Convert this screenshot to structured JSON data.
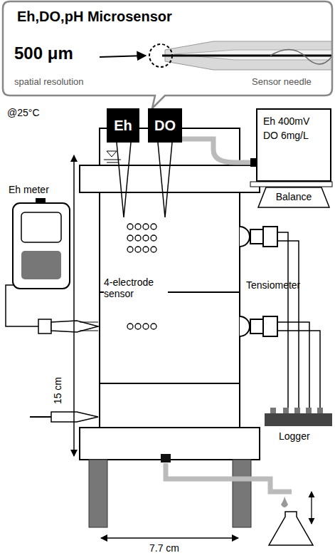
{
  "diagram": {
    "nodes": [
      {
        "text": [
          "Eh,DO,pH Microsensor",
          "500 μm",
          "spatial resolution",
          "Sensor needle"
        ]
      },
      {
        "text": [
          "Eh"
        ]
      },
      {
        "text": [
          "DO"
        ]
      },
      {
        "text": [
          "Eh 400mV DO 6mg/L"
        ]
      },
      {
        "text": [
          "Balance"
        ]
      }
    ],
    "labels": [
      "@25°C",
      "Eh meter",
      "4-electrode sensor",
      "Tensiometer",
      "Logger",
      "15 cm",
      "7.7 cm"
    ]
  }
}
